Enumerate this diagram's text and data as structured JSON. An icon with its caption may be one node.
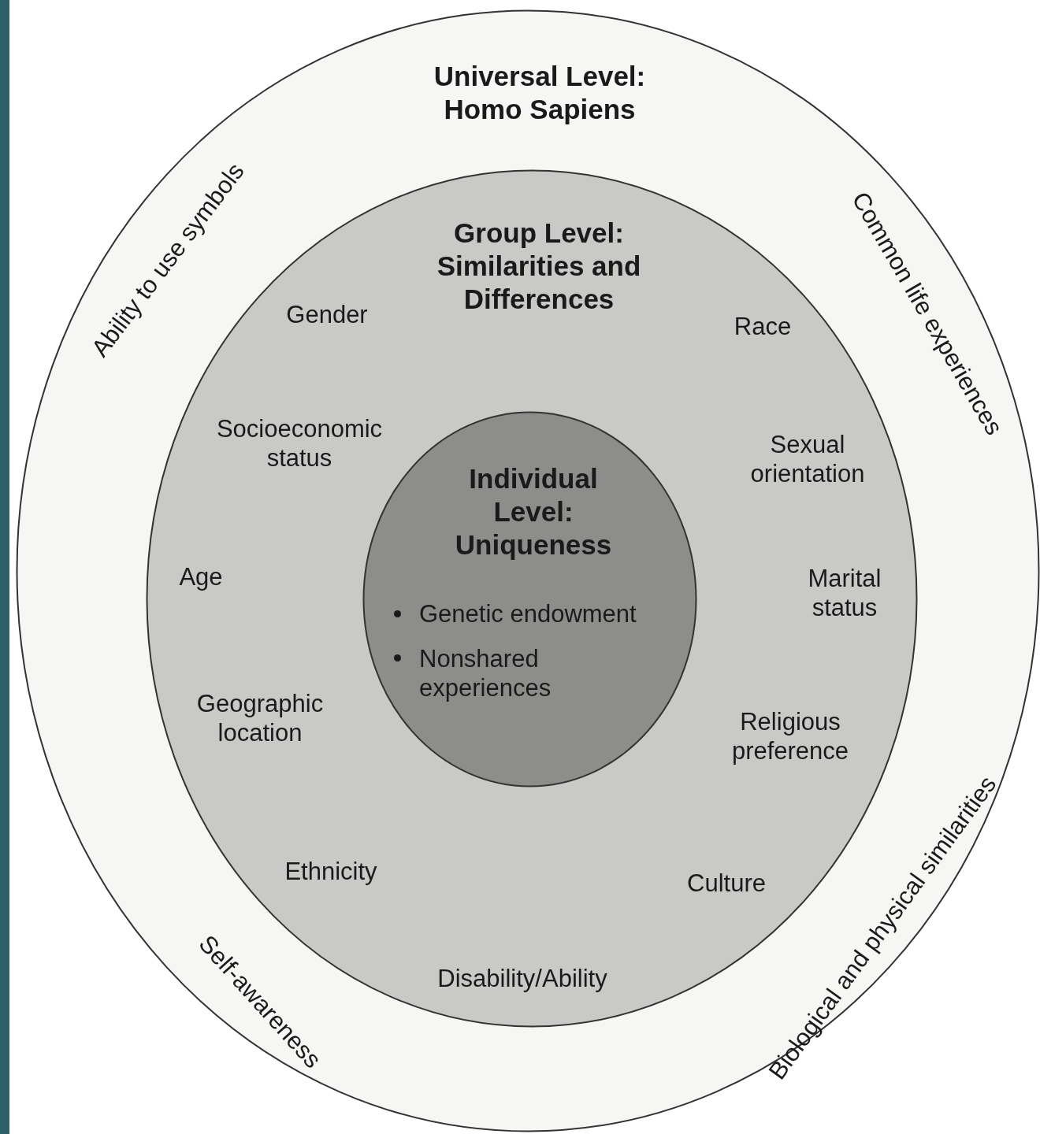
{
  "diagram": {
    "nodes": [
      {
        "text": [
          "Universal Level: Homo Sapiens",
          "Ability to use symbols",
          "Common life experiences",
          "Biological and physical similarities",
          "Self-awareness"
        ]
      },
      {
        "text": [
          "Group Level: Similarities and Differences",
          "Gender",
          "Race",
          "Socioeconomic status",
          "Sexual orientation",
          "Age",
          "Marital status",
          "Geographic location",
          "Religious preference",
          "Ethnicity",
          "Culture",
          "Disability/Ability"
        ],
        "in": 0
      },
      {
        "text": [
          "Individual Level: Uniqueness",
          "Genetic endowment",
          "Nonshared experiences"
        ],
        "in": 1
      }
    ],
    "edges": []
  }
}
